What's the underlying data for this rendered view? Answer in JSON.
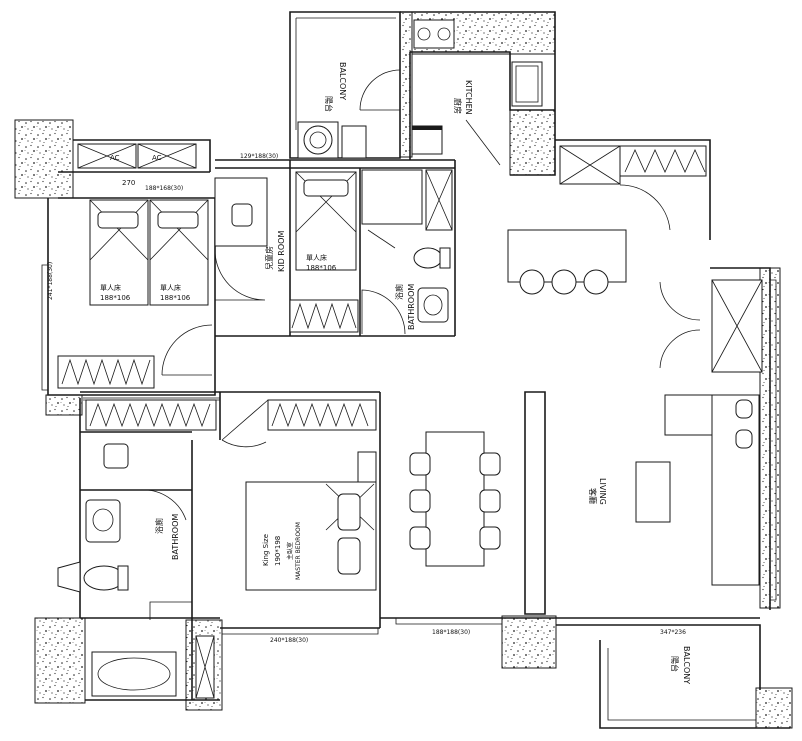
{
  "rooms": {
    "balcony_top": {
      "zh": "陽台",
      "en": "BALCONY"
    },
    "kitchen": {
      "zh": "廚房",
      "en": "KITCHEN"
    },
    "kid_room": {
      "zh": "兒童房",
      "en": "KID ROOM"
    },
    "bathroom_kid": {
      "zh": "浴廁",
      "en": "BATHROOM"
    },
    "bathroom_master": {
      "zh": "浴廁",
      "en": "BATHROOM"
    },
    "master_bedroom": {
      "zh": "主臥室",
      "en": "MASTER BEDROOM"
    },
    "living": {
      "zh": "客廳",
      "en": "LIVING"
    },
    "balcony_bottom": {
      "zh": "陽台",
      "en": "BALCONY"
    }
  },
  "beds": {
    "single_bed_label": "單人床",
    "single_bed_size": "188*106",
    "kid_bed_label": "單人床",
    "kid_bed_size": "188*106",
    "king_label": "King Size",
    "king_size": "190*198"
  },
  "ac": [
    "AC",
    "AC"
  ],
  "dimensions": {
    "ac_width": "270",
    "top_left_wardrobe": "188*168(30)",
    "kid_room_top": "129*188(30)",
    "left_room_side": "241*188(30)",
    "master_bottom": "240*188(30)",
    "living_bottom": "188*188(30)",
    "balcony_bottom": "347*236"
  }
}
